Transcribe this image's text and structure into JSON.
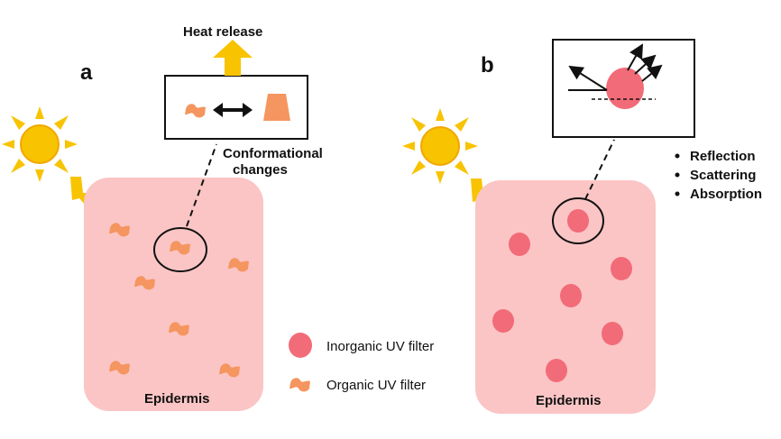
{
  "panels": {
    "a": {
      "label": "a",
      "heat_label": "Heat release",
      "conformation_label_line1": "Conformational",
      "conformation_label_line2": "changes",
      "skin_label": "Epidermis"
    },
    "b": {
      "label": "b",
      "skin_label": "Epidermis",
      "mechanisms": [
        "Reflection",
        "Scattering",
        "Absorption"
      ]
    }
  },
  "legend": {
    "inorganic": "Inorganic UV filter",
    "organic": "Organic UV filter"
  },
  "colors": {
    "skin": "#fbc5c5",
    "organic_filter": "#f5955f",
    "inorganic_filter": "#f26b78",
    "sun": "#f8c300",
    "sun_ray": "#f8c300",
    "outline": "#111111"
  }
}
